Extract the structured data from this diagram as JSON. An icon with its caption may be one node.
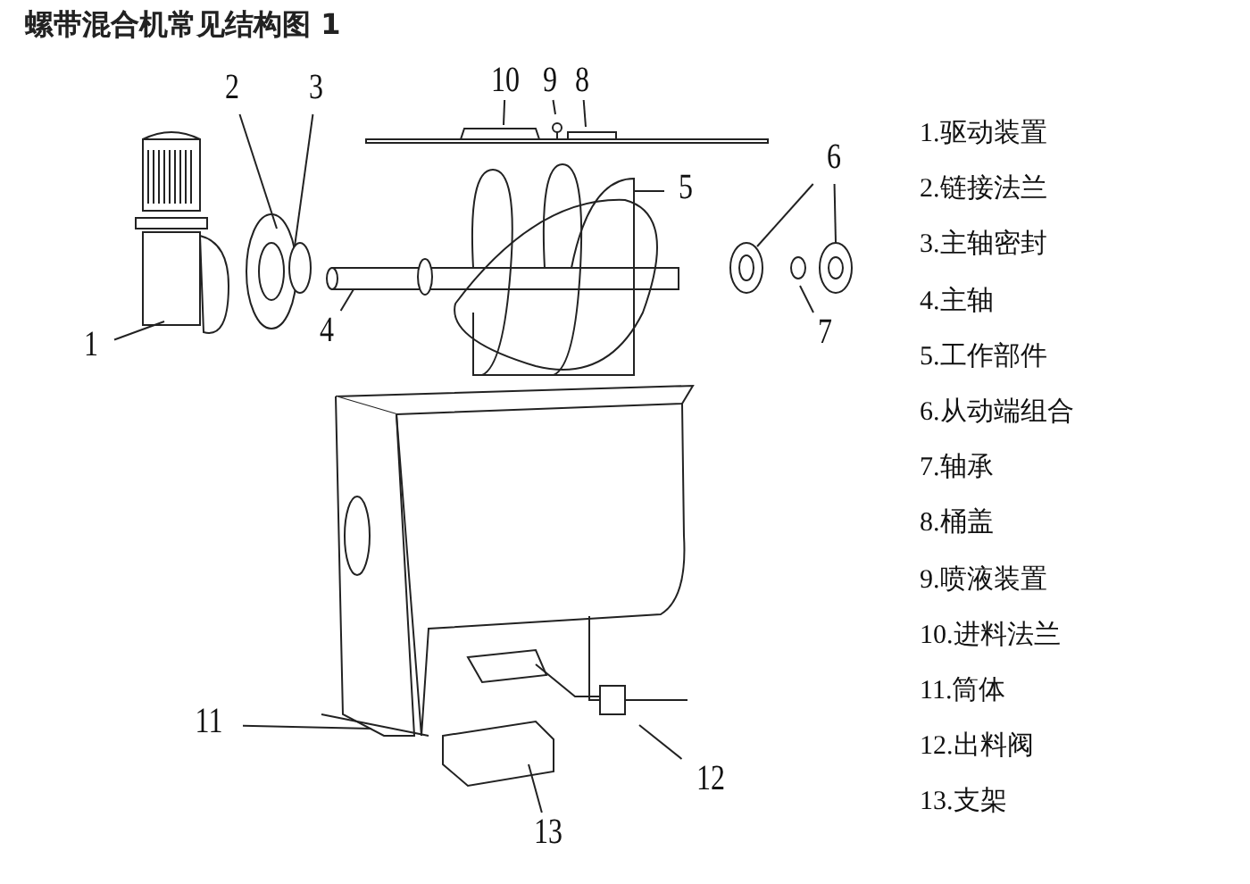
{
  "diagram": {
    "title": "螺带混合机常见结构图 1",
    "nodes": [
      {
        "text": [
          "1"
        ]
      },
      {
        "text": [
          "2"
        ]
      },
      {
        "text": [
          "3"
        ]
      },
      {
        "text": [
          "4"
        ]
      },
      {
        "text": [
          "5"
        ]
      },
      {
        "text": [
          "6"
        ]
      },
      {
        "text": [
          "7"
        ]
      },
      {
        "text": [
          "8"
        ]
      },
      {
        "text": [
          "9"
        ]
      },
      {
        "text": [
          "10"
        ]
      },
      {
        "text": [
          "11"
        ]
      },
      {
        "text": [
          "12"
        ]
      },
      {
        "text": [
          "13"
        ]
      }
    ],
    "edges": [
      {
        "from": 0,
        "to": null,
        "arrow": "none"
      },
      {
        "from": 1,
        "to": null,
        "arrow": "none"
      },
      {
        "from": 2,
        "to": null,
        "arrow": "none"
      },
      {
        "from": 3,
        "to": null,
        "arrow": "none"
      },
      {
        "from": 4,
        "to": null,
        "arrow": "none"
      },
      {
        "from": 5,
        "to": null,
        "arrow": "none"
      },
      {
        "from": 5,
        "to": null,
        "arrow": "none"
      },
      {
        "from": 6,
        "to": null,
        "arrow": "none"
      },
      {
        "from": 7,
        "to": null,
        "arrow": "none"
      },
      {
        "from": 8,
        "to": null,
        "arrow": "none"
      },
      {
        "from": 9,
        "to": null,
        "arrow": "none"
      },
      {
        "from": 10,
        "to": null,
        "arrow": "none"
      },
      {
        "from": 11,
        "to": null,
        "arrow": "none"
      },
      {
        "from": 12,
        "to": null,
        "arrow": "none"
      }
    ],
    "labels": [
      "1.驱动装置",
      "2.链接法兰",
      "3.主轴密封",
      "4.主轴",
      "5.工作部件",
      "6.从动端组合",
      "7.轴承",
      "8.桶盖",
      "9.喷液装置",
      "10.进料法兰",
      "11.筒体",
      "12.出料阀",
      "13.支架"
    ]
  }
}
